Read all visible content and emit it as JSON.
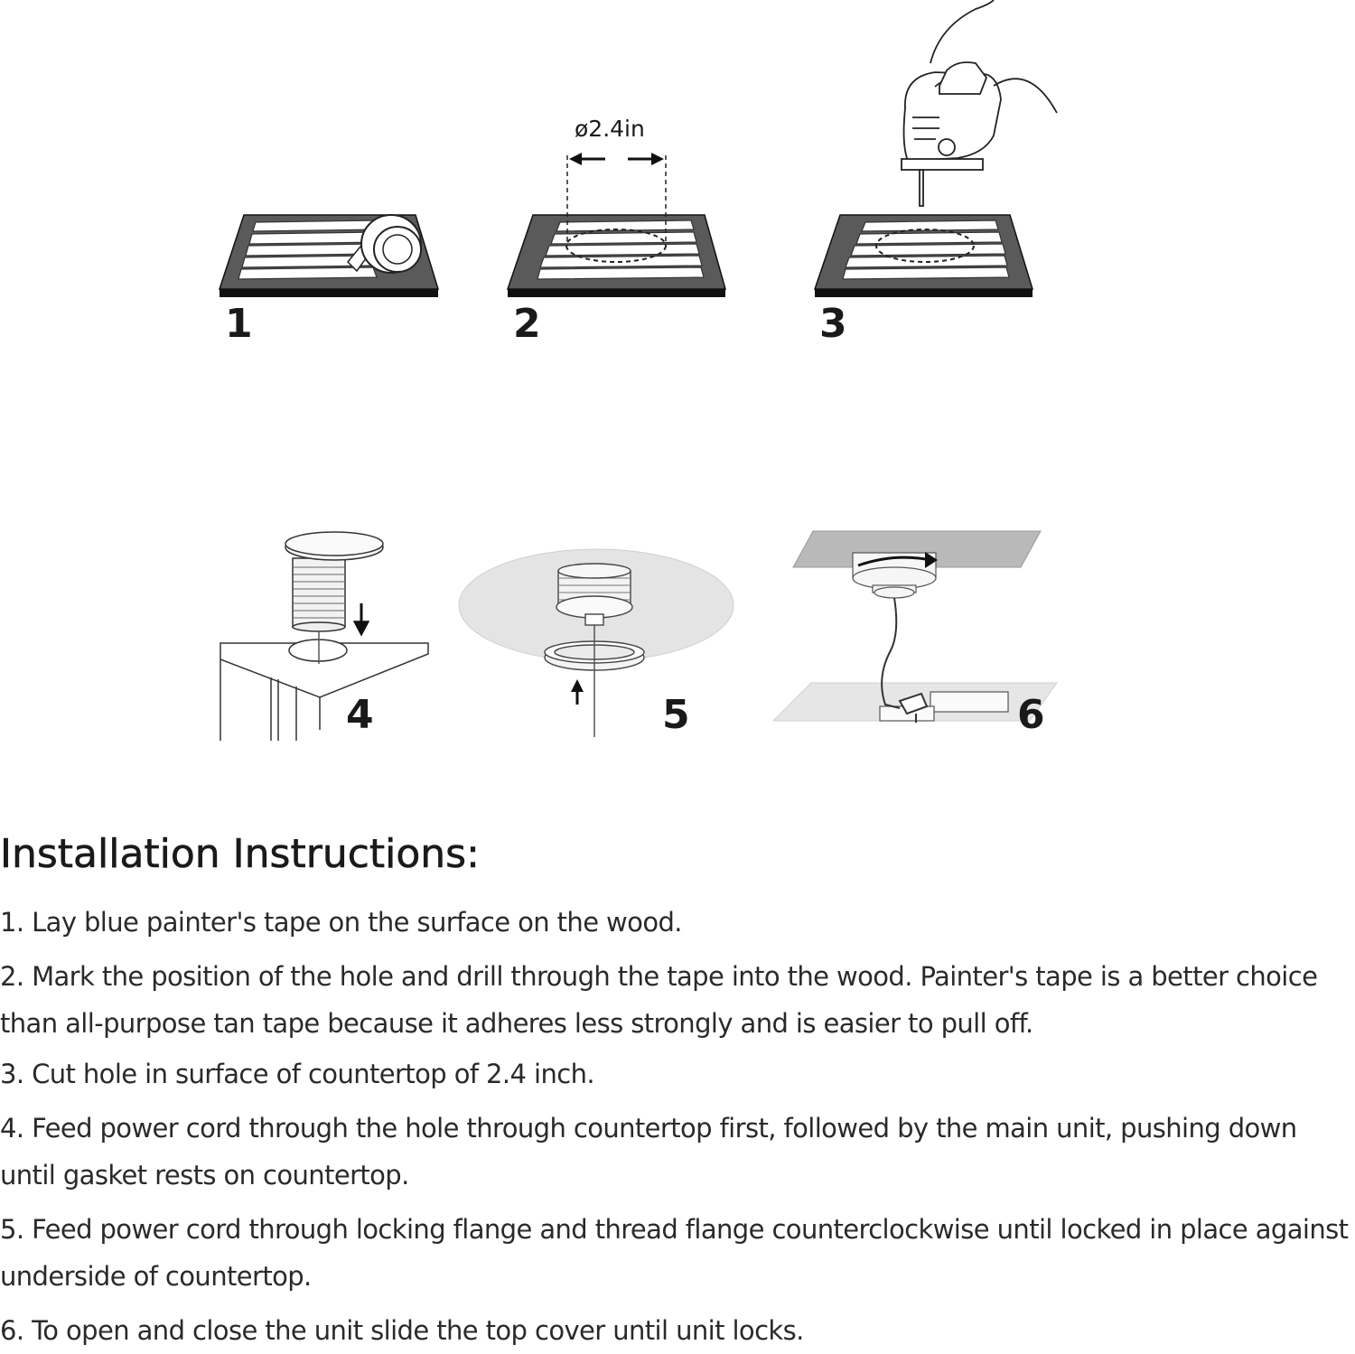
{
  "figure": {
    "dimension_label": "ø2.4in",
    "step_numbers": [
      "1",
      "2",
      "3",
      "4",
      "5",
      "6"
    ],
    "icons": [
      "tape-roll-icon",
      "jigsaw-icon",
      "socket-unit-icon",
      "locking-flange-icon",
      "power-cord-icon"
    ]
  },
  "instructions": {
    "heading": "Installation Instructions:",
    "steps": [
      "1. Lay blue painter's tape on the surface on the wood.",
      "2. Mark the position of the hole and drill through the tape into the wood. Painter's tape is a better choice than all-purpose tan tape because it adheres less strongly and is easier to pull off.",
      "3. Cut hole in surface of countertop of 2.4 inch.",
      "4. Feed power cord through the hole through countertop first, followed by the main unit, pushing down until gasket rests on countertop.",
      "5. Feed power cord through locking flange and thread flange counterclockwise until locked in place against underside of countertop.",
      "6. To open and close the unit slide the top cover until unit locks."
    ]
  }
}
